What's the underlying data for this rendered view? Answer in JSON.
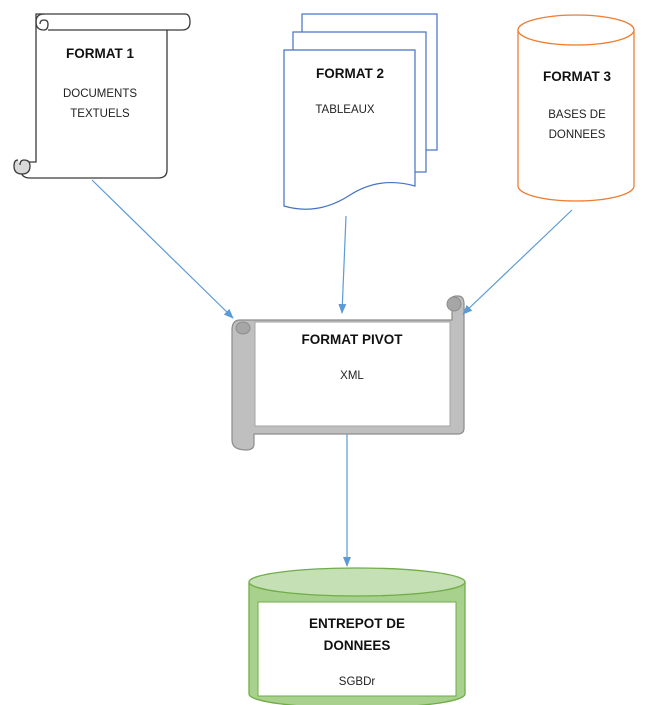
{
  "nodes": {
    "format1": {
      "title": "FORMAT 1",
      "line1": "DOCUMENTS",
      "line2": "TEXTUELS",
      "color": "#3a3a3a"
    },
    "format2": {
      "title": "FORMAT 2",
      "line1": "TABLEAUX",
      "color": "#4472c4"
    },
    "format3": {
      "title": "FORMAT 3",
      "line1": "BASES DE",
      "line2": "DONNEES",
      "color": "#ed7d31"
    },
    "pivot": {
      "title": "FORMAT PIVOT",
      "line1": "XML",
      "color": "#a6a6a6"
    },
    "warehouse": {
      "title_line1": "ENTREPOT DE",
      "title_line2": "DONNEES",
      "line1": "SGBDr",
      "color": "#70ad47"
    }
  },
  "arrow_color": "#5b9bd5",
  "edges": [
    {
      "from": "format1",
      "to": "pivot"
    },
    {
      "from": "format2",
      "to": "pivot"
    },
    {
      "from": "format3",
      "to": "pivot"
    },
    {
      "from": "pivot",
      "to": "warehouse"
    }
  ]
}
